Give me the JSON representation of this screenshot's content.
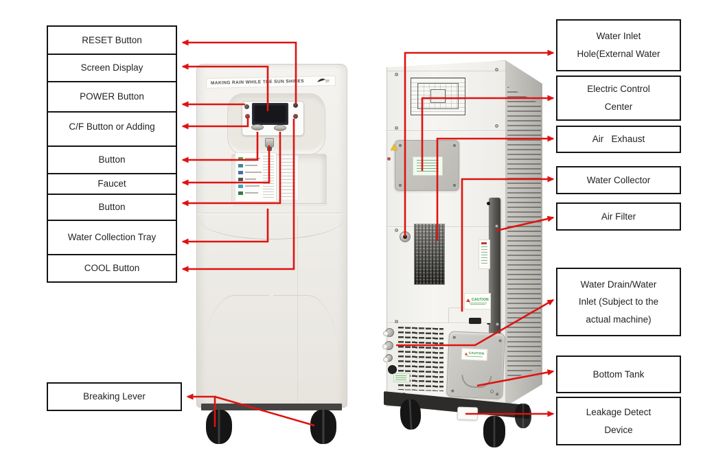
{
  "colors": {
    "connector_red": "#de1310",
    "box_border": "#141414",
    "box_bg": "#ffffff"
  },
  "labels": {
    "left": [
      {
        "text": "RESET Button"
      },
      {
        "text": "Screen Display"
      },
      {
        "text": "POWER Button"
      },
      {
        "text": "C/F Button or Adding"
      },
      {
        "text": "Button"
      },
      {
        "text": "Faucet"
      },
      {
        "text": "Button"
      },
      {
        "text": "Water Collection Tray"
      },
      {
        "text": "COOL Button"
      },
      {
        "text": "Breaking Lever"
      }
    ],
    "right": [
      {
        "text": "Water Inlet\nHole(External Water"
      },
      {
        "text": "Electric Control\nCenter"
      },
      {
        "text": "Air   Exhaust"
      },
      {
        "text": "Water Collector"
      },
      {
        "text": "Air Filter"
      },
      {
        "text": "Water Drain/Water\nInlet (Subject to the\nactual machine)"
      },
      {
        "text": "Bottom Tank"
      },
      {
        "text": "Leakage Detect\nDevice"
      }
    ]
  },
  "front_machine": {
    "banner_text": "MAKING RAIN WHILE THE SUN SHINES"
  },
  "back_machine": {
    "caution_label": "CAUTION",
    "tank_caution_label": "CAUTION"
  }
}
